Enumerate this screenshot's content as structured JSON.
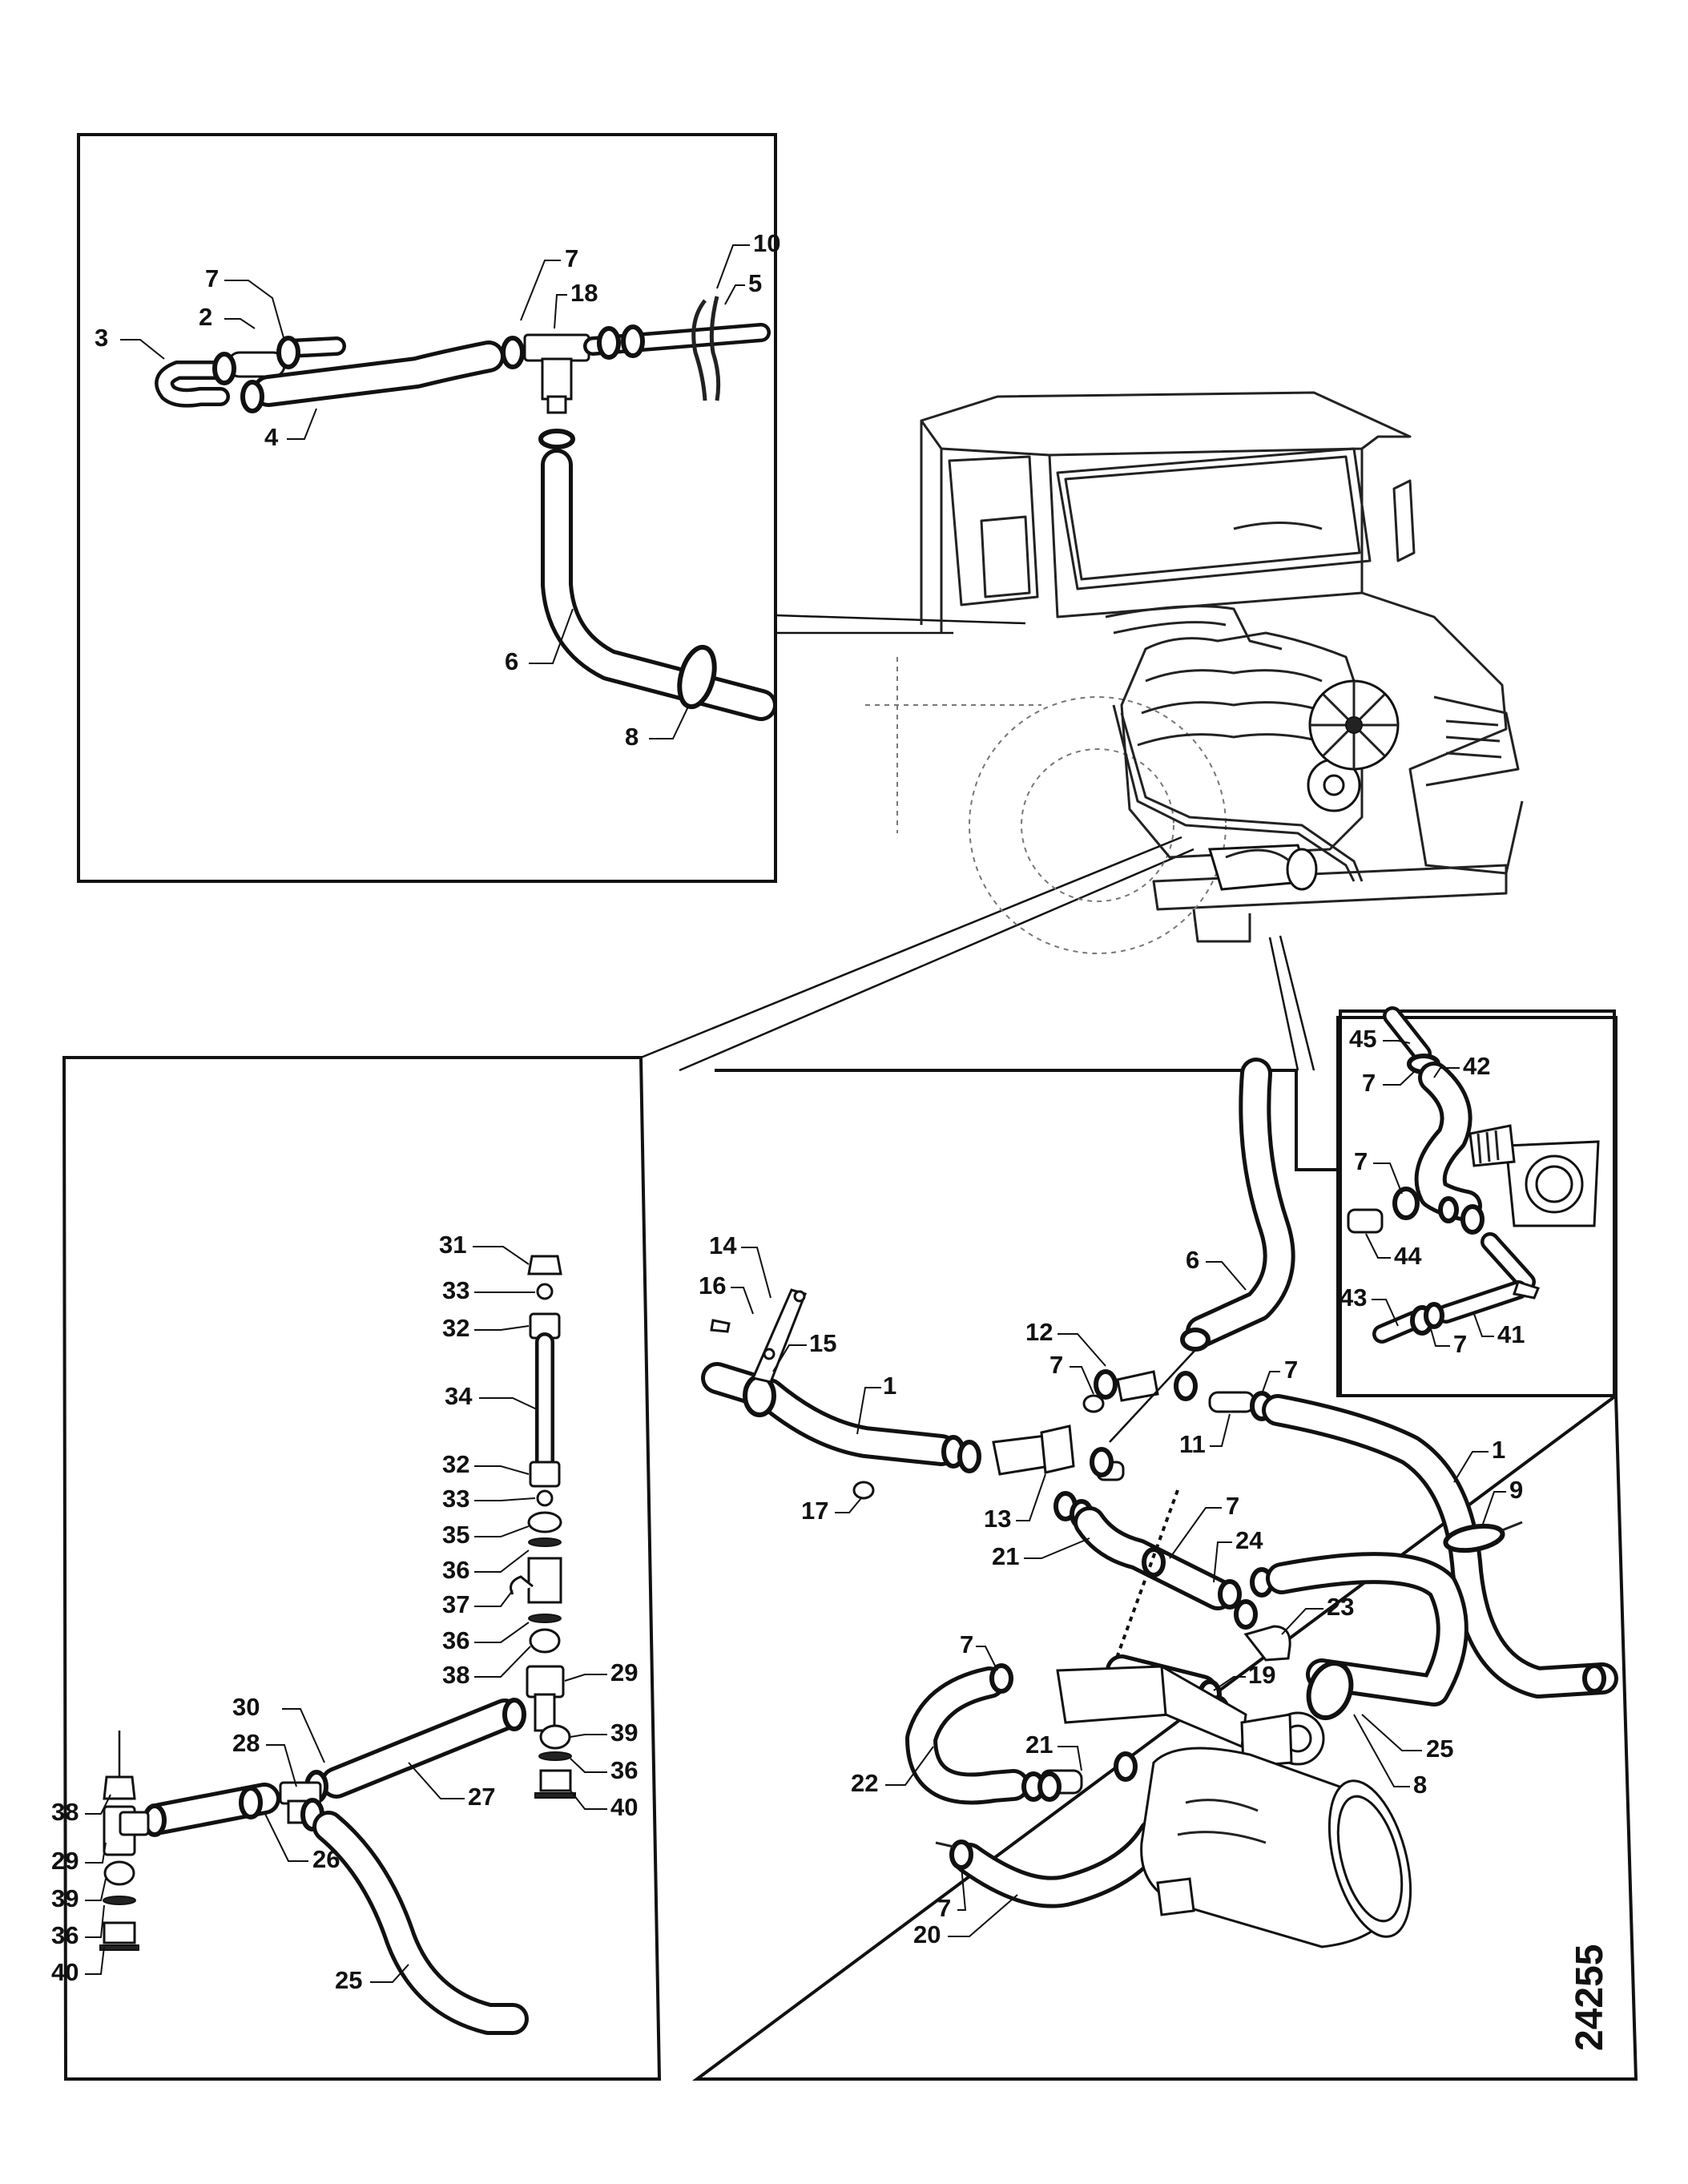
{
  "drawing_number": "24255",
  "panels": {
    "upper_left": {
      "callouts": [
        {
          "id": "ul-3",
          "label": "3"
        },
        {
          "id": "ul-2",
          "label": "2"
        },
        {
          "id": "ul-7a",
          "label": "7"
        },
        {
          "id": "ul-4",
          "label": "4"
        },
        {
          "id": "ul-7b",
          "label": "7"
        },
        {
          "id": "ul-18",
          "label": "18"
        },
        {
          "id": "ul-10",
          "label": "10"
        },
        {
          "id": "ul-5",
          "label": "5"
        },
        {
          "id": "ul-6",
          "label": "6"
        },
        {
          "id": "ul-8",
          "label": "8"
        }
      ]
    },
    "lower_left": {
      "callouts": [
        {
          "id": "ll-31",
          "label": "31"
        },
        {
          "id": "ll-33a",
          "label": "33"
        },
        {
          "id": "ll-32a",
          "label": "32"
        },
        {
          "id": "ll-34",
          "label": "34"
        },
        {
          "id": "ll-32b",
          "label": "32"
        },
        {
          "id": "ll-33b",
          "label": "33"
        },
        {
          "id": "ll-35",
          "label": "35"
        },
        {
          "id": "ll-36a",
          "label": "36"
        },
        {
          "id": "ll-37",
          "label": "37"
        },
        {
          "id": "ll-36b",
          "label": "36"
        },
        {
          "id": "ll-38a",
          "label": "38"
        },
        {
          "id": "ll-29a",
          "label": "29"
        },
        {
          "id": "ll-39a",
          "label": "39"
        },
        {
          "id": "ll-36c",
          "label": "36"
        },
        {
          "id": "ll-40a",
          "label": "40"
        },
        {
          "id": "ll-30",
          "label": "30"
        },
        {
          "id": "ll-28",
          "label": "28"
        },
        {
          "id": "ll-27",
          "label": "27"
        },
        {
          "id": "ll-26",
          "label": "26"
        },
        {
          "id": "ll-38b",
          "label": "38"
        },
        {
          "id": "ll-29b",
          "label": "29"
        },
        {
          "id": "ll-39b",
          "label": "39"
        },
        {
          "id": "ll-36d",
          "label": "36"
        },
        {
          "id": "ll-40b",
          "label": "40"
        },
        {
          "id": "ll-25",
          "label": "25"
        }
      ]
    },
    "inset_right": {
      "callouts": [
        {
          "id": "ir-45",
          "label": "45"
        },
        {
          "id": "ir-7a",
          "label": "7"
        },
        {
          "id": "ir-42",
          "label": "42"
        },
        {
          "id": "ir-7b",
          "label": "7"
        },
        {
          "id": "ir-44",
          "label": "44"
        },
        {
          "id": "ir-43",
          "label": "43"
        },
        {
          "id": "ir-7c",
          "label": "7"
        },
        {
          "id": "ir-41",
          "label": "41"
        }
      ]
    },
    "lower_right": {
      "callouts": [
        {
          "id": "lr-14",
          "label": "14"
        },
        {
          "id": "lr-16",
          "label": "16"
        },
        {
          "id": "lr-15",
          "label": "15"
        },
        {
          "id": "lr-1a",
          "label": "1"
        },
        {
          "id": "lr-17",
          "label": "17"
        },
        {
          "id": "lr-12",
          "label": "12"
        },
        {
          "id": "lr-7a",
          "label": "7"
        },
        {
          "id": "lr-6",
          "label": "6"
        },
        {
          "id": "lr-7b",
          "label": "7"
        },
        {
          "id": "lr-11",
          "label": "11"
        },
        {
          "id": "lr-13",
          "label": "13"
        },
        {
          "id": "lr-21a",
          "label": "21"
        },
        {
          "id": "lr-7c",
          "label": "7"
        },
        {
          "id": "lr-24",
          "label": "24"
        },
        {
          "id": "lr-1b",
          "label": "1"
        },
        {
          "id": "lr-9",
          "label": "9"
        },
        {
          "id": "lr-23",
          "label": "23"
        },
        {
          "id": "lr-7d",
          "label": "7"
        },
        {
          "id": "lr-19",
          "label": "19"
        },
        {
          "id": "lr-22",
          "label": "22"
        },
        {
          "id": "lr-21b",
          "label": "21"
        },
        {
          "id": "lr-25",
          "label": "25"
        },
        {
          "id": "lr-8",
          "label": "8"
        },
        {
          "id": "lr-7e",
          "label": "7"
        },
        {
          "id": "lr-20",
          "label": "20"
        }
      ]
    }
  }
}
